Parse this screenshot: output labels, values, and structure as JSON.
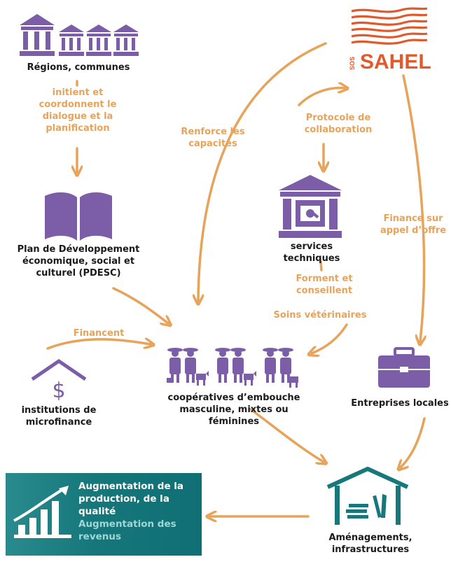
{
  "nodes": {
    "regions": "Régions, communes",
    "pdesc": "Plan de Développement économique, social et culturel (PDESC)",
    "services": "services techniques",
    "entreprises": "Entreprises locales",
    "microfinance": "institutions de microfinance",
    "cooperatives": "coopératives d’embouche masculine, mixtes ou féminines",
    "amenagements": "Aménagements, infrastructures"
  },
  "edges": {
    "initient": "initient et coordonnent le dialogue et la planification",
    "renforce": "Renforce les capacités",
    "protocole": "Protocole de collaboration",
    "finance_appel": "Finance sur appel d’offre",
    "forment": "Forment et conseillent",
    "soins": "Soins vétérinaires",
    "financent": "Financent"
  },
  "logo": {
    "brand": "SAHEL",
    "prefix": "SOS"
  },
  "result": {
    "line1": "Augmentation de la production, de la qualité",
    "line2": "Augmentation des revenus"
  },
  "colors": {
    "purple": "#7b5ea7",
    "orange": "#e8a35a",
    "teal": "#17777b",
    "logo_red": "#e05a2b"
  }
}
